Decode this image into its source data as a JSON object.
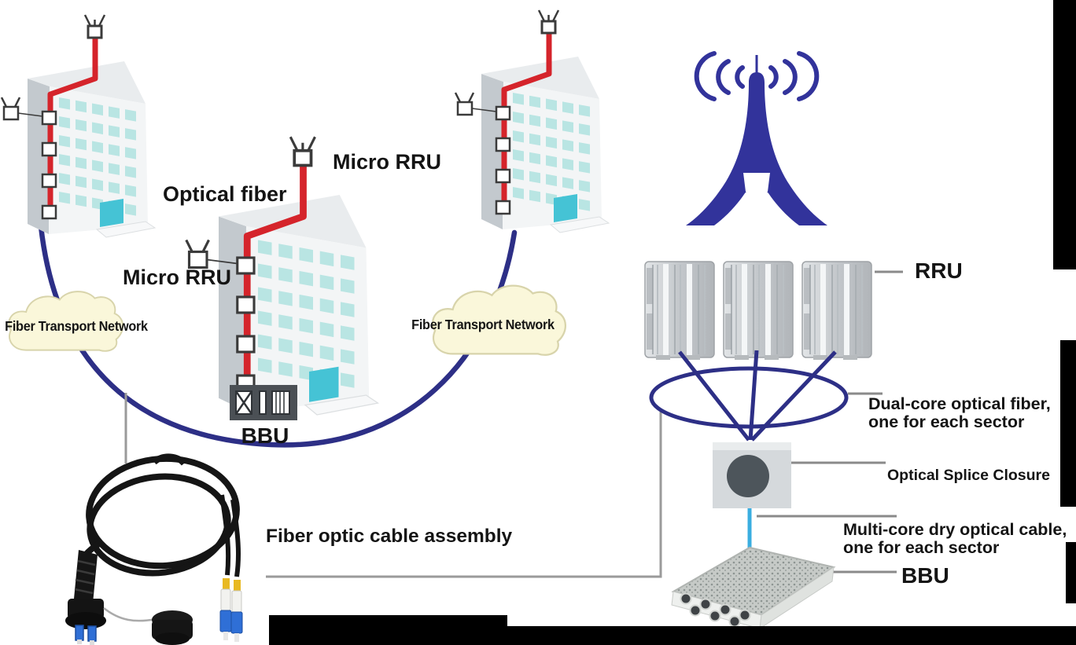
{
  "labels": {
    "optical_fiber": "Optical fiber",
    "micro_rru_top": "Micro RRU",
    "micro_rru_mid": "Micro RRU",
    "cloud_left": "Fiber Transport Network",
    "cloud_right": "Fiber Transport Network",
    "bbu_building": "BBU",
    "rru": "RRU",
    "dual_core_1": "Dual-core optical fiber,",
    "dual_core_2": "one for each sector",
    "splice_closure": "Optical Splice Closure",
    "multi_core_1": "Multi-core dry optical cable,",
    "multi_core_2": "one for each sector",
    "bbu_site": "BBU",
    "cable_assembly": "Fiber optic cable assembly"
  },
  "colors": {
    "ring_blue": "#2d2f86",
    "tower_blue": "#32339b",
    "fiber_red": "#d5242b",
    "cloud_fill": "#faf7da",
    "window_teal": "#b9e5e3",
    "door_teal": "#45c3d5",
    "cyan_cable": "#3aaee0",
    "leader_gray": "#9a9a9a",
    "bbu_box_dark": "#4b5055",
    "redaction_black": "#000000"
  },
  "icons": {
    "building": "isometric-office-building",
    "micro_rru_antenna": "small-antenna-box-with-prongs",
    "cloud": "transport-network-cloud",
    "tower": "eiffel-style-cell-tower-with-radio-waves",
    "rru_unit": "finned-remote-radio-unit",
    "splice_closure": "box-with-dark-dome",
    "bbu_device": "outdoor-baseband-unit-with-ports",
    "cable_photo": "coiled-fiber-cable-with-lc-connectors"
  }
}
